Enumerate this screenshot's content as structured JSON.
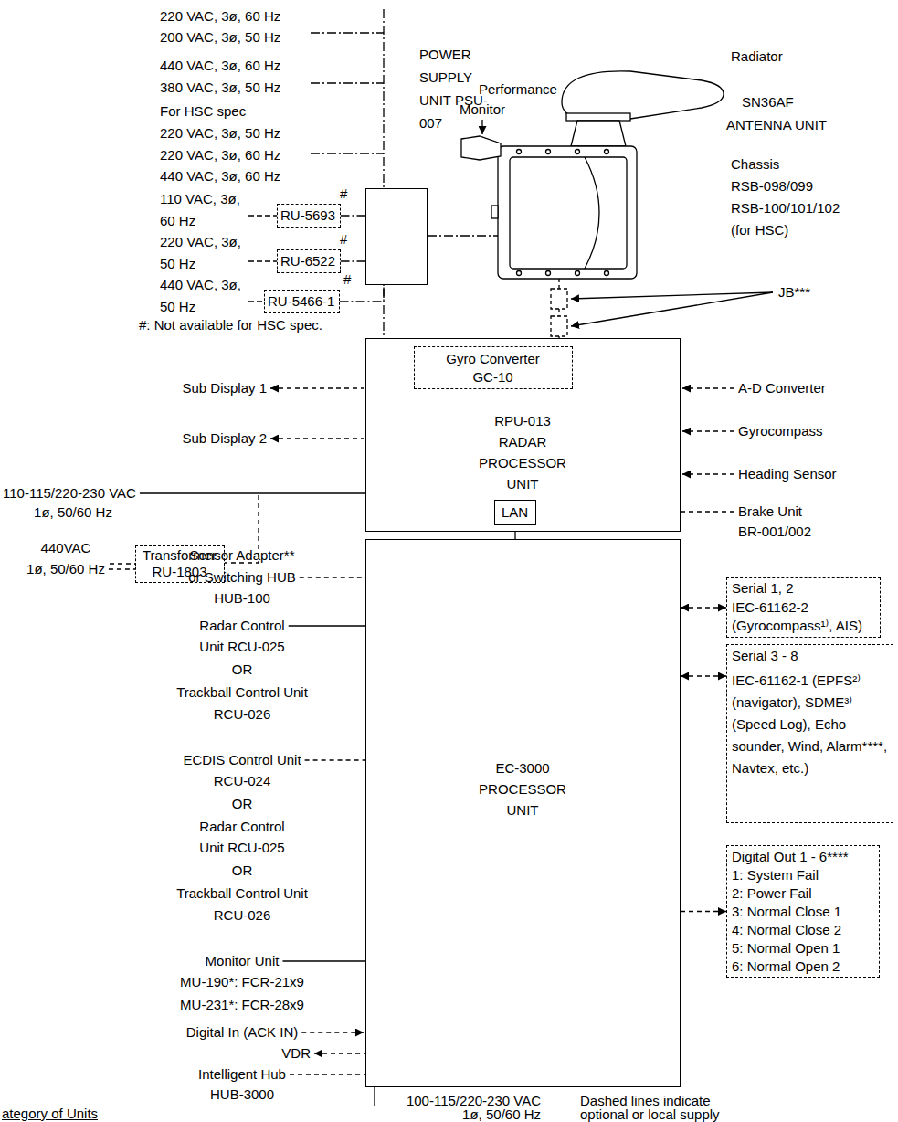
{
  "diagram": {
    "nodes": [
      {
        "text": [
          "POWER SUPPLY UNIT PSU-007"
        ]
      },
      {
        "text": [
          "RU-5693"
        ]
      },
      {
        "text": [
          "RU-6522"
        ]
      },
      {
        "text": [
          "RU-5466-1"
        ]
      },
      {
        "text": [
          "RPU-013 RADAR PROCESSOR UNIT"
        ]
      },
      {
        "text": [
          "Gyro Converter GC-10"
        ],
        "in": 4
      },
      {
        "text": [
          "LAN"
        ],
        "in": 4
      },
      {
        "text": [
          "Transformer RU-1803"
        ]
      },
      {
        "text": [
          "EC-3000 PROCESSOR UNIT"
        ]
      },
      {
        "text": [
          "Serial 1, 2",
          "IEC-61162-2 (Gyrocompass¹⁾, AIS)"
        ]
      },
      {
        "text": [
          "Serial 3 - 8",
          "IEC-61162-1 (EPFS²⁾(navigator), SDME³⁾(Speed Log), Echo sounder, Wind, Alarm****, Navtex, etc.)"
        ]
      },
      {
        "text": [
          "Digital Out 1 - 6****",
          "1: System Fail",
          "2: Power Fail",
          "3: Normal Close 1",
          "4: Normal Close 2",
          "5: Normal Open 1",
          "6: Normal Open 2"
        ]
      }
    ],
    "edges": [
      {
        "from": 1,
        "to": 0,
        "arrow": "none"
      },
      {
        "from": 2,
        "to": 0,
        "arrow": "none"
      },
      {
        "from": 3,
        "to": 0,
        "arrow": "none"
      },
      {
        "from": 6,
        "to": 8,
        "arrow": "none"
      },
      {
        "from": 8,
        "to": 9,
        "arrow": "both"
      },
      {
        "from": 8,
        "to": 10,
        "arrow": "both"
      },
      {
        "from": 8,
        "to": 11,
        "arrow": "to"
      }
    ],
    "labels": [
      "220 VAC, 3ø, 60 Hz",
      "200 VAC, 3ø, 50 Hz",
      "440 VAC, 3ø, 60 Hz",
      "380 VAC, 3ø, 50 Hz",
      "For HSC spec",
      "220 VAC, 3ø, 50 Hz",
      "220 VAC, 3ø, 60 Hz",
      "440 VAC, 3ø, 60 Hz",
      "110 VAC, 3ø,",
      "60 Hz",
      "220 VAC, 3ø,",
      "50 Hz",
      "440 VAC, 3ø,",
      "50 Hz",
      "#",
      "#",
      "#",
      "#: Not available for HSC spec.",
      "Performance",
      "Monitor",
      "Radiator",
      "SN36AF",
      "ANTENNA UNIT",
      "Chassis",
      "RSB-098/099",
      "RSB-100/101/102",
      "(for HSC)",
      "JB***",
      "Sub Display 1",
      "Sub Display 2",
      "110-115/220-230 VAC",
      "1ø, 50/60 Hz",
      "440VAC",
      "1ø, 50/60 Hz",
      "A-D Converter",
      "Gyrocompass",
      "Heading Sensor",
      "Brake Unit",
      "BR-001/002",
      "Sensor Adapter**",
      "or Switching HUB",
      "HUB-100",
      "Radar Control",
      "Unit RCU-025",
      "OR",
      "Trackball Control Unit",
      "RCU-026",
      "ECDIS Control Unit",
      "RCU-024",
      "OR",
      "Radar Control",
      "Unit RCU-025",
      "OR",
      "Trackball Control Unit",
      "RCU-026",
      "Monitor Unit",
      "MU-190*: FCR-21x9",
      "MU-231*: FCR-28x9",
      "Digital In (ACK IN)",
      "VDR",
      "Intelligent Hub",
      "HUB-3000",
      "100-115/220-230 VAC",
      "1ø, 50/60 Hz",
      "ategory of Units",
      "Dashed lines indicate",
      "optional or local supply"
    ]
  }
}
